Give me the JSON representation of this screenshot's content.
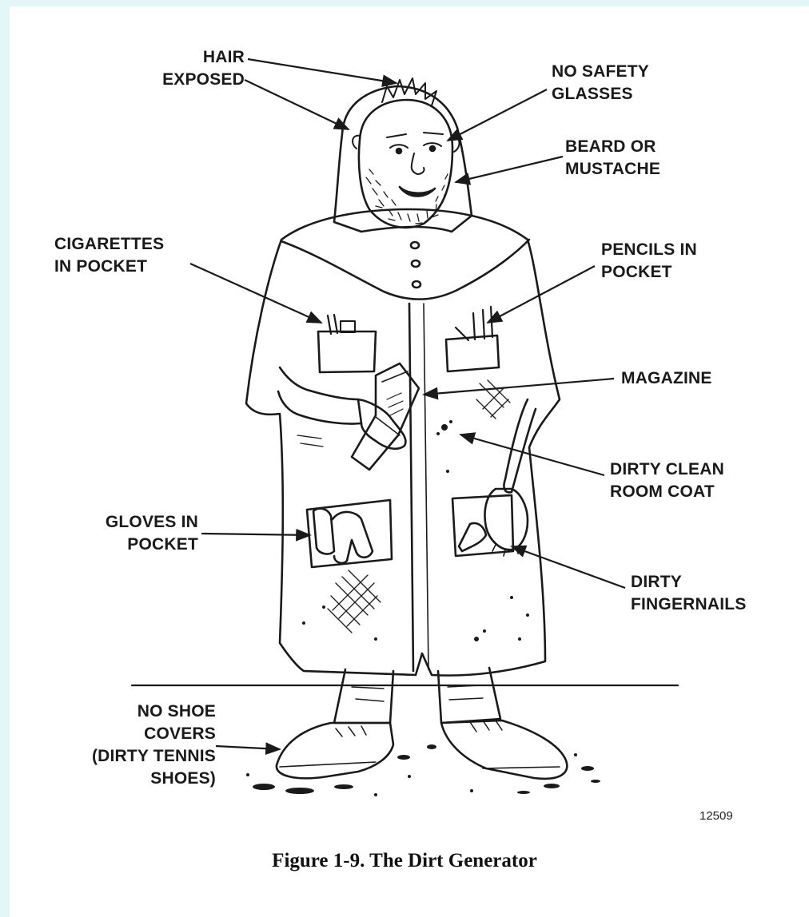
{
  "labels": {
    "hair_exposed": "HAIR\nEXPOSED",
    "no_safety_glasses": "NO SAFETY\nGLASSES",
    "beard_or_mustache": "BEARD OR\nMUSTACHE",
    "cigarettes_in_pocket": "CIGARETTES\nIN POCKET",
    "pencils_in_pocket": "PENCILS IN\nPOCKET",
    "magazine": "MAGAZINE",
    "dirty_clean_room_coat": "DIRTY CLEAN\nROOM COAT",
    "gloves_in_pocket": "GLOVES IN\nPOCKET",
    "dirty_fingernails": "DIRTY\nFINGERNAILS",
    "no_shoe_covers": "NO SHOE\nCOVERS\n(DIRTY TENNIS\nSHOES)"
  },
  "figure_number": "12509",
  "caption": "Figure 1-9.  The Dirt Generator",
  "colors": {
    "background": "#e3f7f6",
    "paper": "#ffffff",
    "ink": "#1a1a1a"
  }
}
